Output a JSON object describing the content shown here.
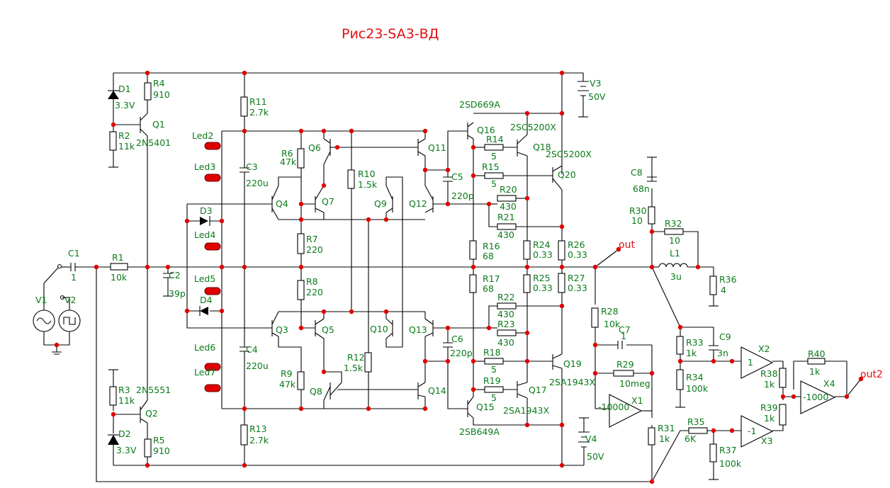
{
  "title": "Рис23-SA3-ВД",
  "colors": {
    "wire": "#000000",
    "label": "#0a7a1a",
    "title": "#e01010",
    "junction": "#e00000",
    "led": "#e00000"
  },
  "labels": {
    "D1": "D1",
    "D1_val": "3.3V",
    "R4": "R4",
    "R4_val": "910",
    "Q1": "Q1",
    "Q1_type": "2N5401",
    "R2": "R2",
    "R2_val": "11k",
    "R3": "R3",
    "R3_val": "11k",
    "Q2": "Q2",
    "Q2_type": "2N5551",
    "D2": "D2",
    "D2_val": "3.3V",
    "R5": "R5",
    "R5_val": "910",
    "C1": "C1",
    "C1_val": "1",
    "R1": "R1",
    "R1_val": "10k",
    "C2": "C2",
    "C2_val": "39p",
    "V1": "V1",
    "V2": "V2",
    "Led2": "Led2",
    "Led3": "Led3",
    "Led4": "Led4",
    "Led5": "Led5",
    "Led6": "Led6",
    "Led7": "Led7",
    "D3": "D3",
    "D4": "D4",
    "R11": "R11",
    "R11_val": "2.7k",
    "C3": "C3",
    "C3_val": "220u",
    "C4": "C4",
    "C4_val": "220u",
    "R13": "R13",
    "R13_val": "2.7k",
    "R6": "R6",
    "R6_val": "47k",
    "Q6": "Q6",
    "R10": "R10",
    "R10_val": "1.5k",
    "Q11": "Q11",
    "Q4": "Q4",
    "Q7": "Q7",
    "Q9": "Q9",
    "Q12": "Q12",
    "C5": "C5",
    "C5_val": "220p",
    "R7": "R7",
    "R7_val": "220",
    "R8": "R8",
    "R8_val": "220",
    "Q3": "Q3",
    "Q5": "Q5",
    "Q10": "Q10",
    "Q13": "Q13",
    "C6": "C6",
    "C6_val": "220p",
    "R12": "R12",
    "R12_val": "1.5k",
    "R9": "R9",
    "R9_val": "47k",
    "Q8": "Q8",
    "Q14": "Q14",
    "Q16": "Q16",
    "Q16_type": "2SD669A",
    "Q18": "Q18",
    "Q18_type": "2SC5200X",
    "Q20": "Q20",
    "Q20_type": "2SC5200X",
    "R14": "R14",
    "R14_val": "5",
    "R15": "R15",
    "R15_val": "5",
    "R20": "R20",
    "R20_val": "430",
    "R21": "R21",
    "R21_val": "430",
    "R16": "R16",
    "R16_val": "68",
    "R24": "R24",
    "R24_val": "0.33",
    "R26": "R26",
    "R26_val": "0.33",
    "R17": "R17",
    "R17_val": "68",
    "R25": "R25",
    "R25_val": "0.33",
    "R27": "R27",
    "R27_val": "0.33",
    "R22": "R22",
    "R22_val": "430",
    "R23": "R23",
    "R23_val": "430",
    "R18": "R18",
    "R18_val": "5",
    "R19": "R19",
    "R19_val": "5",
    "Q19": "Q19",
    "Q19_type": "2SA1943X",
    "Q17": "Q17",
    "Q17_type": "2SA1943X",
    "Q15": "Q15",
    "Q15_type": "2SB649A",
    "V3": "V3",
    "V3_val": "50V",
    "V4": "V4",
    "V4_val": "50V",
    "out": "out",
    "C8": "C8",
    "C8_val": "68n",
    "R30": "R30",
    "R30_val": "10",
    "R32": "R32",
    "R32_val": "10",
    "L1": "L1",
    "L1_val": "3u",
    "R36": "R36",
    "R36_val": "4",
    "R28": "R28",
    "R28_val": "10k",
    "C7": "C7",
    "C7_val": "1",
    "R29": "R29",
    "R29_val": "10meg",
    "X1": "X1",
    "X1_gain": "-10000",
    "R31": "R31",
    "R31_val": "1k",
    "R33": "R33",
    "R33_val": "1k",
    "C9": "C9",
    "C9_val": "3n",
    "R34": "R34",
    "R34_val": "100k",
    "X2": "X2",
    "X2_gain": "1",
    "R40": "R40",
    "R40_val": "1k",
    "R38": "R38",
    "R38_val": "1k",
    "X4": "X4",
    "X4_gain": "-1000",
    "out2": "out2",
    "R39": "R39",
    "R39_val": "1k",
    "R35": "R35",
    "R35_val": "6K",
    "X3": "X3",
    "X3_gain": "-1",
    "R37": "R37",
    "R37_val": "100k"
  }
}
